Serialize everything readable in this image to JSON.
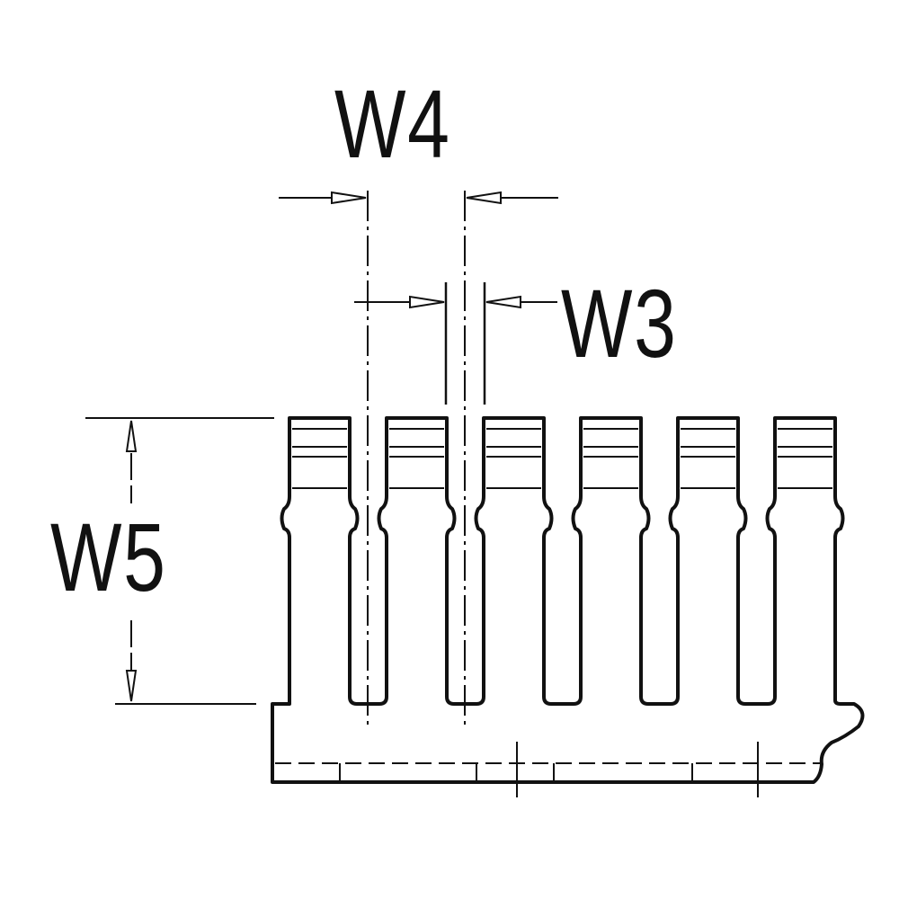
{
  "labels": {
    "w4": "W4",
    "w3": "W3",
    "w5": "W5"
  },
  "colors": {
    "ink": "#111111",
    "background": "#ffffff"
  },
  "finger_count": 6
}
